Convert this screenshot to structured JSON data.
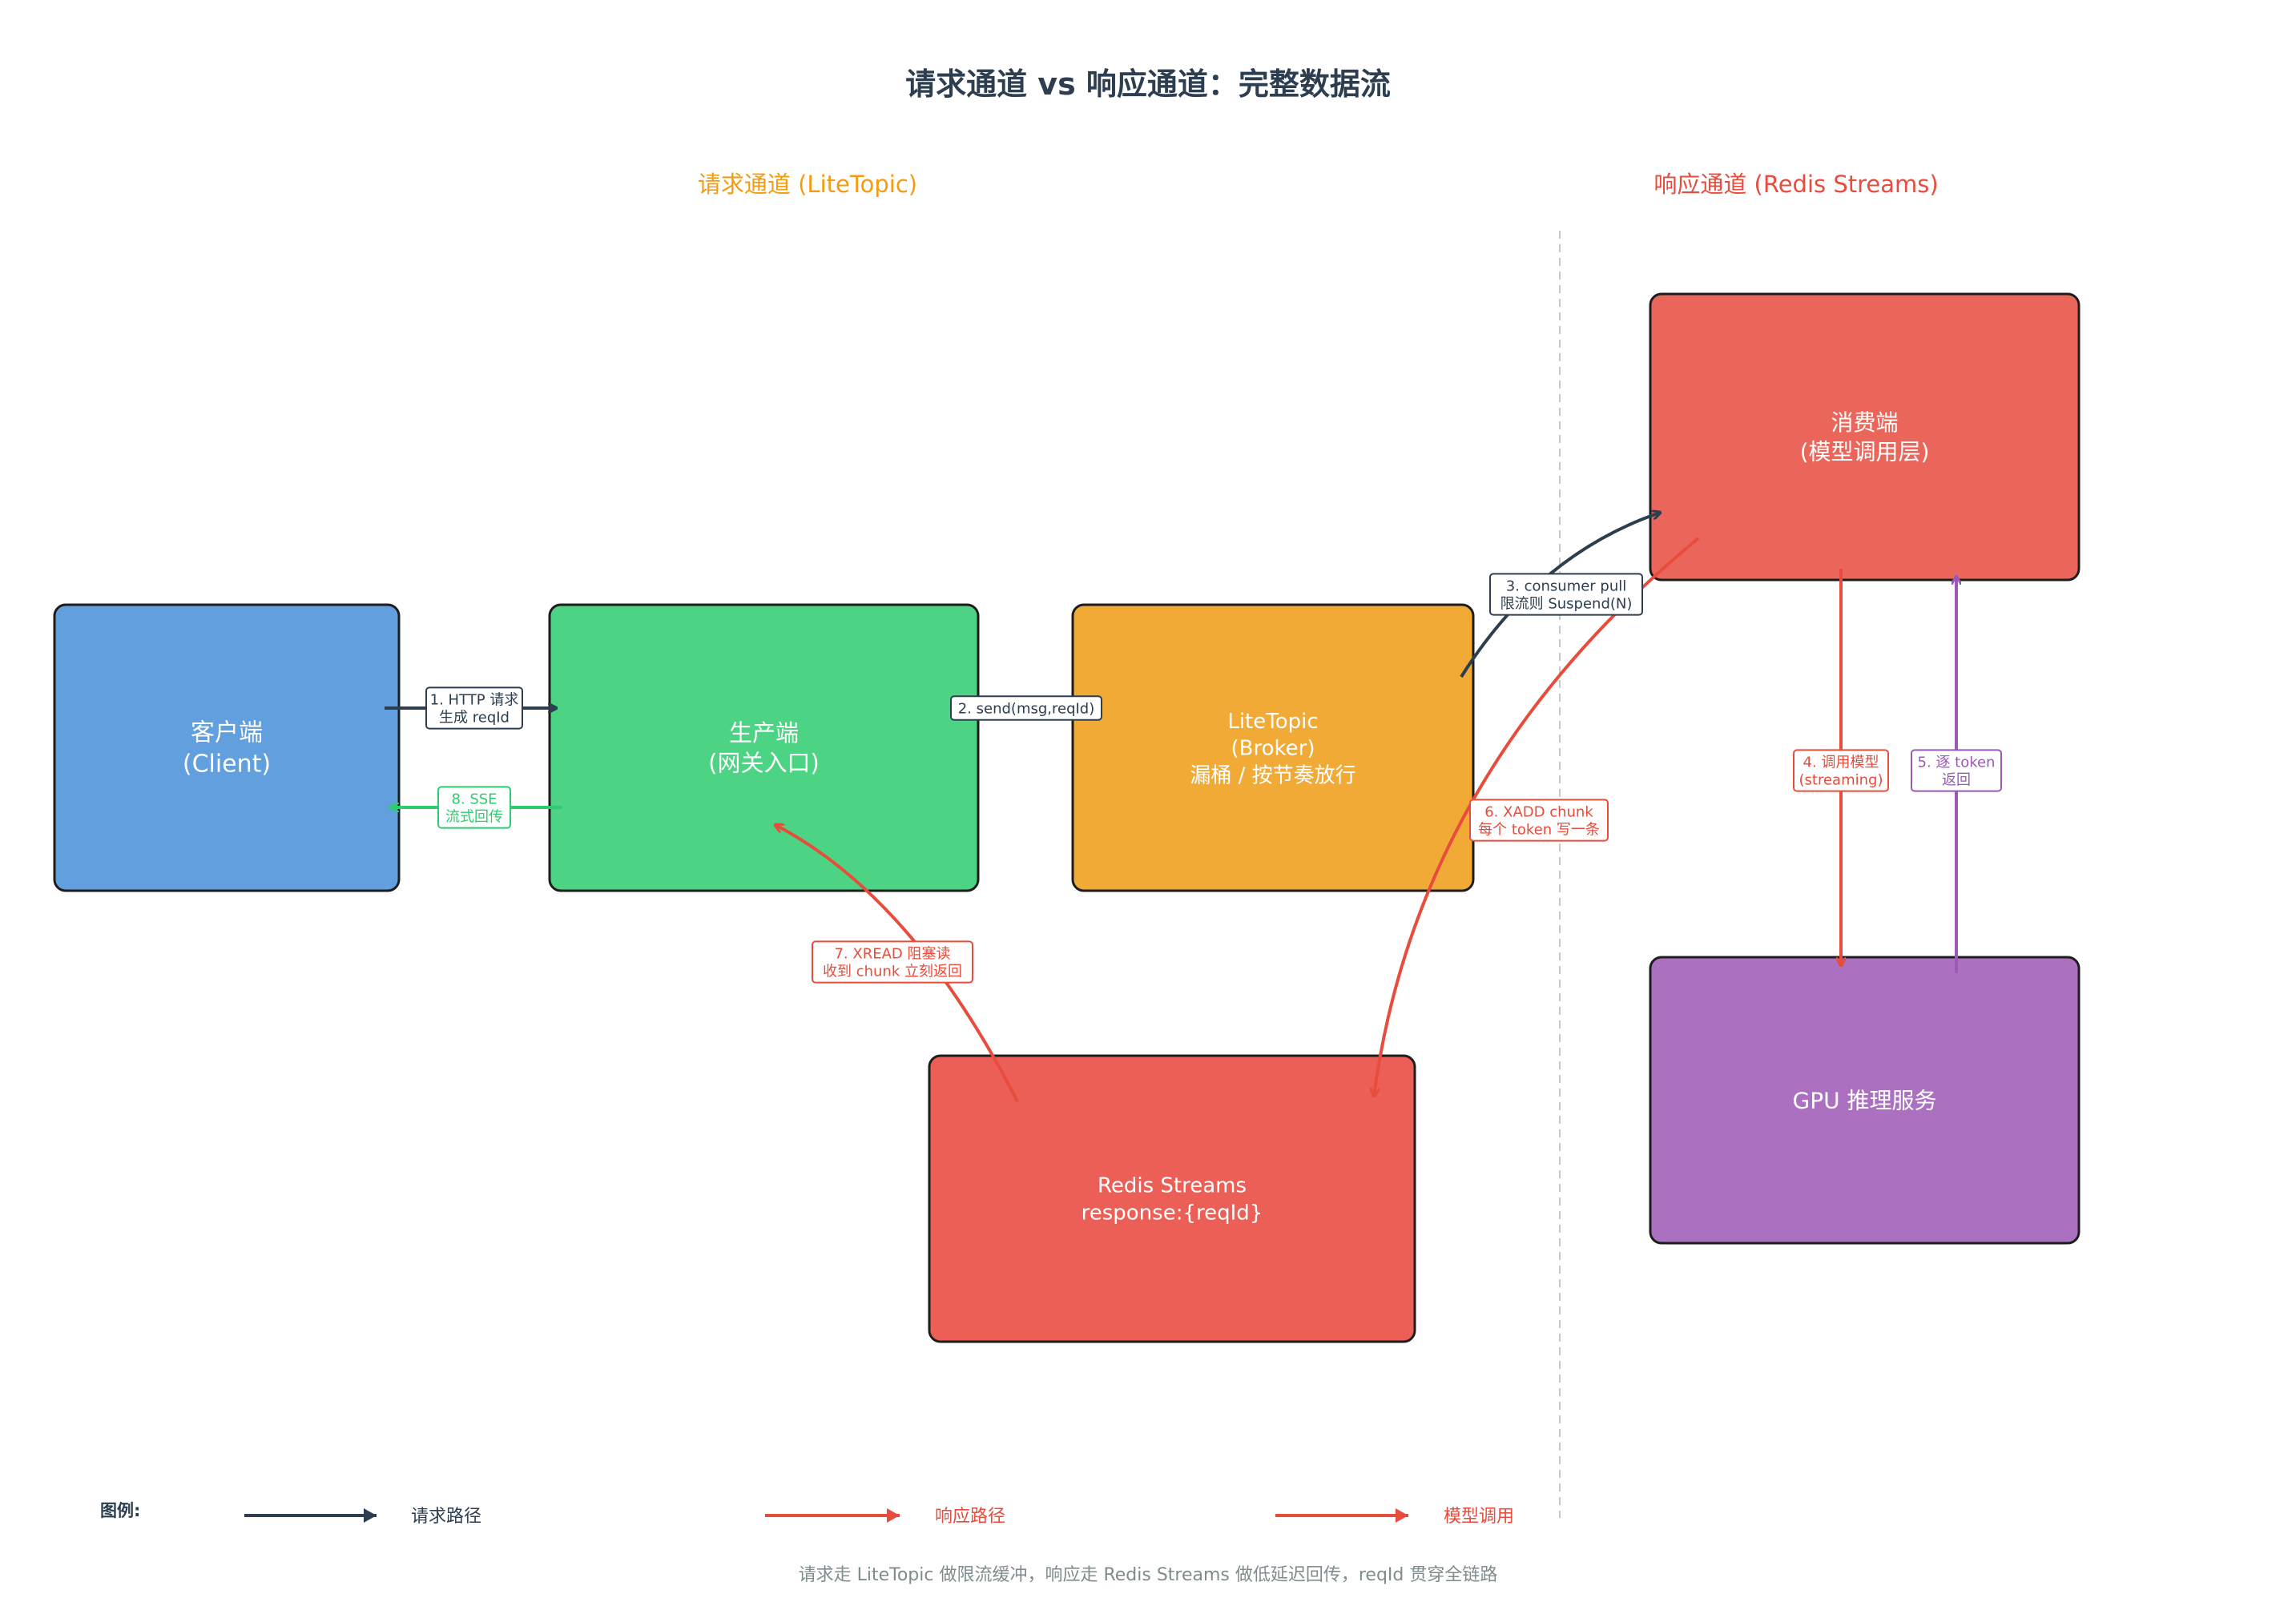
{
  "title": "请求通道 vs 响应通道：完整数据流",
  "sections": {
    "request": "请求通道 (LiteTopic)",
    "response": "响应通道 (Redis Streams)"
  },
  "colors": {
    "request": "#2c3e50",
    "response": "#e74c3c",
    "model": "#e74c3c",
    "sse": "#2ecc71",
    "token": "#9b59b6",
    "request_section": "#f39c12",
    "response_section": "#e74c3c",
    "divider": "#c8c8c8"
  },
  "nodes": {
    "client": {
      "lines": [
        "客户端",
        "(Client)"
      ],
      "fill": "#629fde"
    },
    "producer": {
      "lines": [
        "生产端",
        "(网关入口)"
      ],
      "fill": "#4cd383"
    },
    "broker": {
      "lines": [
        "LiteTopic",
        "(Broker)",
        "漏桶 / 按节奏放行"
      ],
      "fill": "#f2aa36"
    },
    "consumer": {
      "lines": [
        "消费端",
        "(模型调用层)"
      ],
      "fill": "#eb665a"
    },
    "gpu": {
      "lines": [
        "GPU 推理服务"
      ],
      "fill": "#ab71c0"
    },
    "redis": {
      "lines": [
        "Redis Streams",
        "response:{reqId}"
      ],
      "fill": "#eb5f57"
    }
  },
  "edges": {
    "e1": {
      "lines": [
        "1. HTTP 请求",
        "生成 reqId"
      ]
    },
    "e2": {
      "lines": [
        "2. send(msg,reqId)"
      ]
    },
    "e3": {
      "lines": [
        "3. consumer pull",
        "限流则 Suspend(N)"
      ]
    },
    "e4": {
      "lines": [
        "4. 调用模型",
        "(streaming)"
      ]
    },
    "e5": {
      "lines": [
        "5. 逐 token",
        "返回"
      ]
    },
    "e6": {
      "lines": [
        "6. XADD chunk",
        "每个 token 写一条"
      ]
    },
    "e7": {
      "lines": [
        "7. XREAD 阻塞读",
        "收到 chunk 立刻返回"
      ]
    },
    "e8": {
      "lines": [
        "8. SSE",
        "流式回传"
      ]
    }
  },
  "legend": {
    "title": "图例:",
    "items": [
      {
        "label": "请求路径",
        "color": "#2c3e50"
      },
      {
        "label": "响应路径",
        "color": "#e74c3c"
      },
      {
        "label": "模型调用",
        "color": "#e74c3c"
      }
    ]
  },
  "footer": "请求走 LiteTopic 做限流缓冲，响应走 Redis Streams 做低延迟回传，reqId 贯穿全链路"
}
